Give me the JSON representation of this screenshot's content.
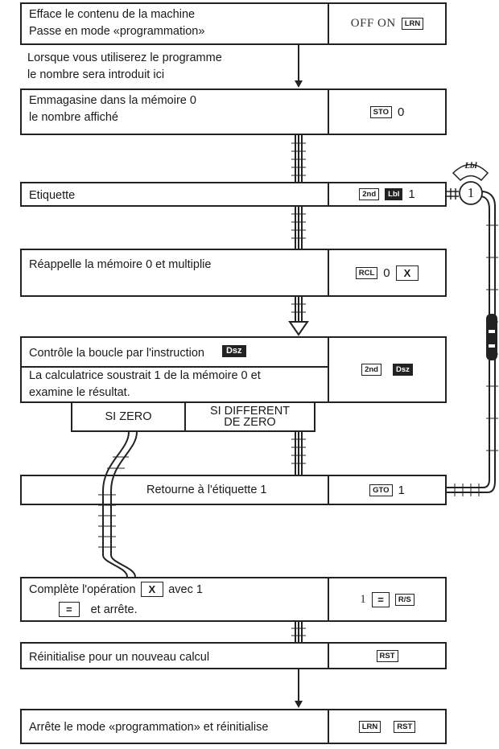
{
  "steps": [
    {
      "lines": [
        "Efface le contenu de la machine",
        "Passe en mode «programmation»"
      ],
      "keys": {
        "text": "OFF ON",
        "key": "LRN"
      }
    },
    {
      "lines": [
        "Lorsque vous utiliserez le programme",
        "le nombre sera introduit ici"
      ]
    },
    {
      "lines": [
        "Emmagasine dans la mémoire 0",
        "le nombre affiché"
      ],
      "keys": {
        "key": "STO",
        "digit": "0"
      }
    },
    {
      "lines": [
        "Etiquette"
      ],
      "keys": {
        "key": "2nd",
        "dark": "Lbl",
        "digit": "1"
      }
    },
    {
      "lines": [
        "Réappelle la mémoire 0 et multiplie"
      ],
      "keys": {
        "key": "RCL",
        "digit": "0",
        "op": "X"
      }
    },
    {
      "lines_top": "Contrôle la boucle par l'instruction",
      "dark_top": "Dsz",
      "lines_bottom": [
        "La calculatrice soustrait 1 de la mémoire 0 et",
        "examine le résultat."
      ],
      "keys": {
        "key": "2nd",
        "dark": "Dsz"
      }
    },
    {
      "lines": [
        "Retourne à l'étiquette 1"
      ],
      "keys": {
        "key": "GTO",
        "digit": "1"
      }
    },
    {
      "line1": "Complète l'opération",
      "op1": "X",
      "line1b": "avec 1",
      "op2": "=",
      "line2": "et arrête.",
      "keys": {
        "digit": "1",
        "op": "=",
        "key": "R/S"
      }
    },
    {
      "lines": [
        "Réinitialise pour un nouveau calcul"
      ],
      "keys": {
        "key": "RST"
      }
    },
    {
      "lines": [
        "Arrête le mode «programmation» et réinitialise"
      ],
      "keys": {
        "key1": "LRN",
        "key2": "RST"
      }
    }
  ],
  "branches": {
    "zero": "SI ZERO",
    "nonzero": [
      "SI DIFFERENT",
      "DE ZERO"
    ]
  },
  "label_sign": {
    "top": "Lbl",
    "circle": "1"
  }
}
